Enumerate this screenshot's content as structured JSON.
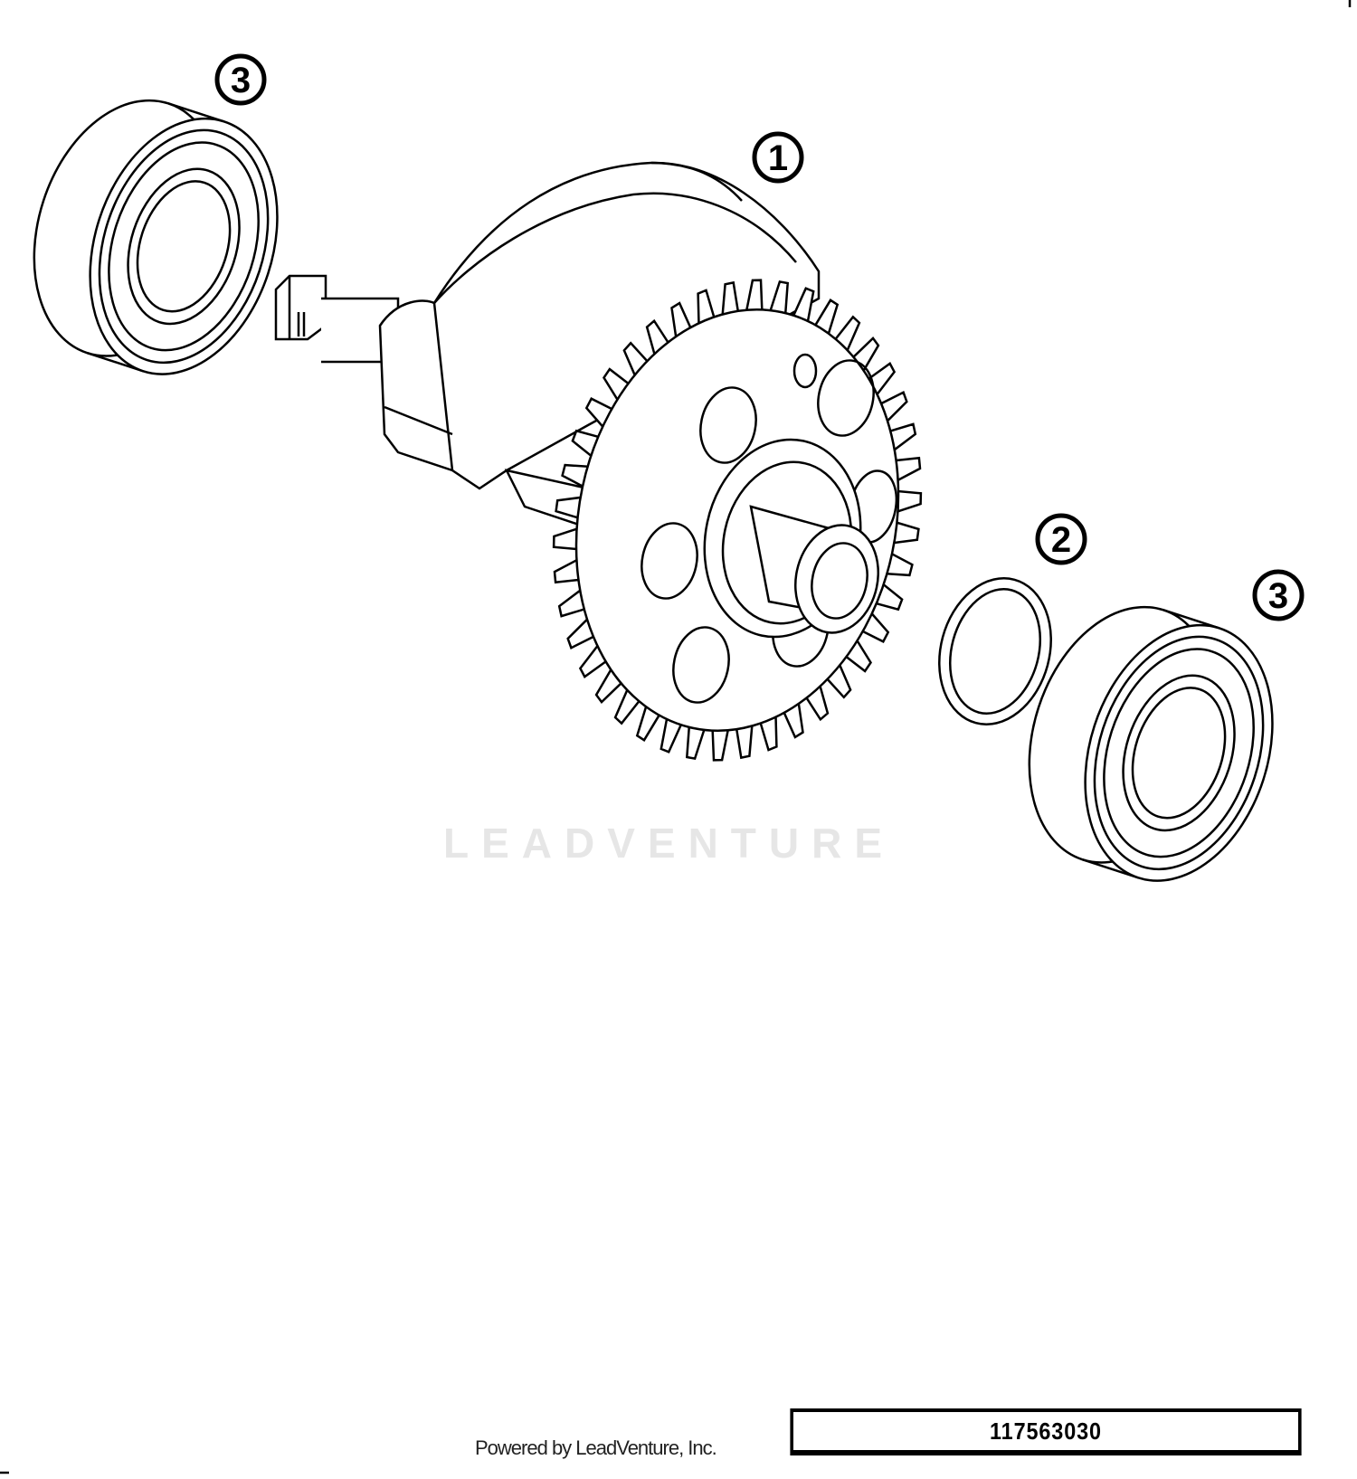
{
  "callouts": [
    {
      "number": "1",
      "part": "crankshaft-with-gear"
    },
    {
      "number": "2",
      "part": "shim-washer"
    },
    {
      "number": "3",
      "part": "ball-bearing"
    }
  ],
  "watermark": "LEADVENTURE",
  "footer": {
    "powered_by": "Powered by LeadVenture, Inc.",
    "diagram_number": "117563030"
  },
  "colors": {
    "line": "#000000",
    "watermark": "#e6e6e6"
  }
}
